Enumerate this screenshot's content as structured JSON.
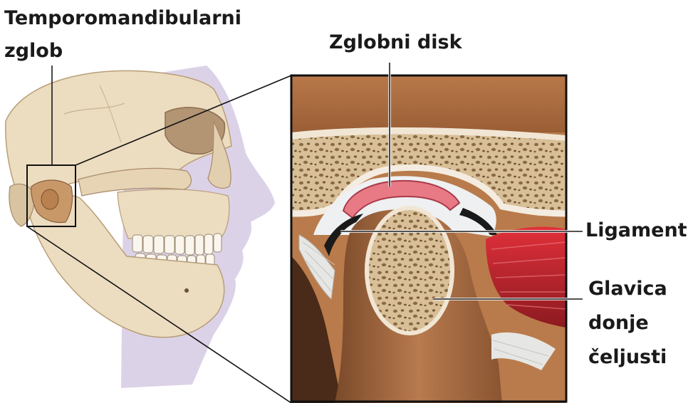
{
  "labels": {
    "joint_line1": "Temporomandibularni",
    "joint_line2": "zglob",
    "disk": "Zglobni disk",
    "ligament": "Ligament",
    "condyle_line1": "Glavica",
    "condyle_line2": "donje",
    "condyle_line3": "čeljusti"
  },
  "colors": {
    "silhouette": "#dcd2e8",
    "bone": "#ecdcc0",
    "disk": "#e87a86",
    "muscle": "#c0242c",
    "frame": "#111111"
  }
}
